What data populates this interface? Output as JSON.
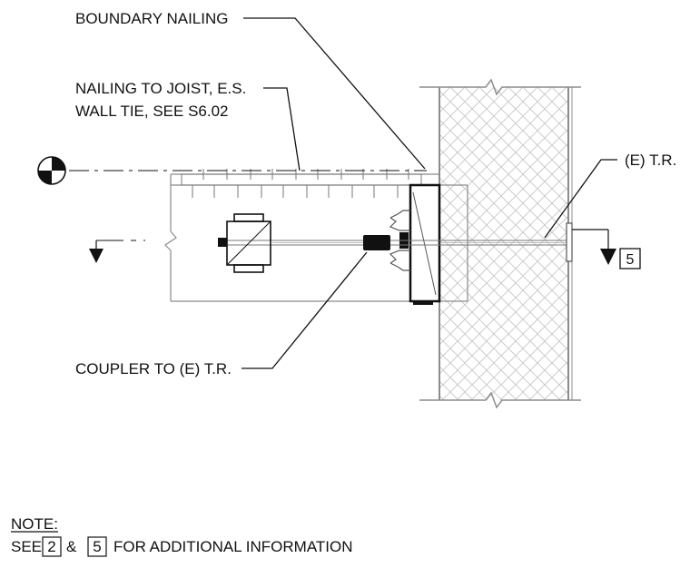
{
  "labels": {
    "boundary_nailing": "BOUNDARY NAILING",
    "nailing_line1": "NAILING TO JOIST, E.S.",
    "nailing_line2": "WALL TIE, SEE S6.02",
    "existing_tr": "(E) T.R.",
    "coupler": "COUPLER TO (E) T.R."
  },
  "section_marker": {
    "number": "5"
  },
  "note": {
    "heading": "NOTE:",
    "prefix": "SEE",
    "ref1": "2",
    "amp": "&",
    "ref2": "5",
    "suffix": "FOR ADDITIONAL INFORMATION"
  },
  "colors": {
    "ink": "#111111",
    "hatch": "#b8b8b8",
    "wall_edge": "#8c8c8c"
  }
}
